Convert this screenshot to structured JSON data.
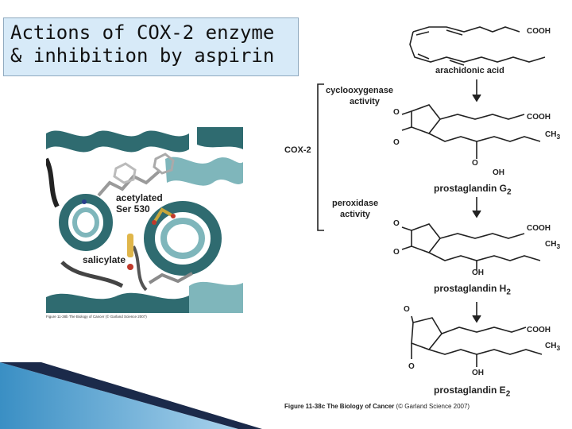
{
  "slide": {
    "title_lines": [
      "Actions of COX-2 enzyme",
      "& inhibition by aspirin"
    ]
  },
  "structure_panel": {
    "label_acetylated": "acetylated",
    "label_ser": "Ser 530",
    "label_salicylate": "salicylate",
    "credit": "Figure 11-38b The Biology of Cancer (© Garland Science 2007)"
  },
  "pathway": {
    "cox2_label": "COX-2",
    "cyclo_activity": [
      "cyclooxygenase",
      "activity"
    ],
    "perox_activity": [
      "peroxidase",
      "activity"
    ],
    "arachidonic": "arachidonic acid",
    "pg_g2": "prostaglandin G",
    "pg_h2": "prostaglandin H",
    "pg_e2": "prostaglandin E",
    "subscript_2": "2",
    "cooh": "COOH",
    "ch3": "CH",
    "ch3_sub": "3",
    "o_atom": "O",
    "oh": "OH",
    "o_oh": "OH",
    "caption_bold": "Figure 11-38c The Biology of Cancer",
    "caption_rest": " (© Garland Science 2007)"
  },
  "colors": {
    "helix_dark": "#2f6b70",
    "helix_light": "#7fb6bb",
    "title_bg": "#d7eaf8",
    "decor_blue": "#3a8fc4"
  }
}
